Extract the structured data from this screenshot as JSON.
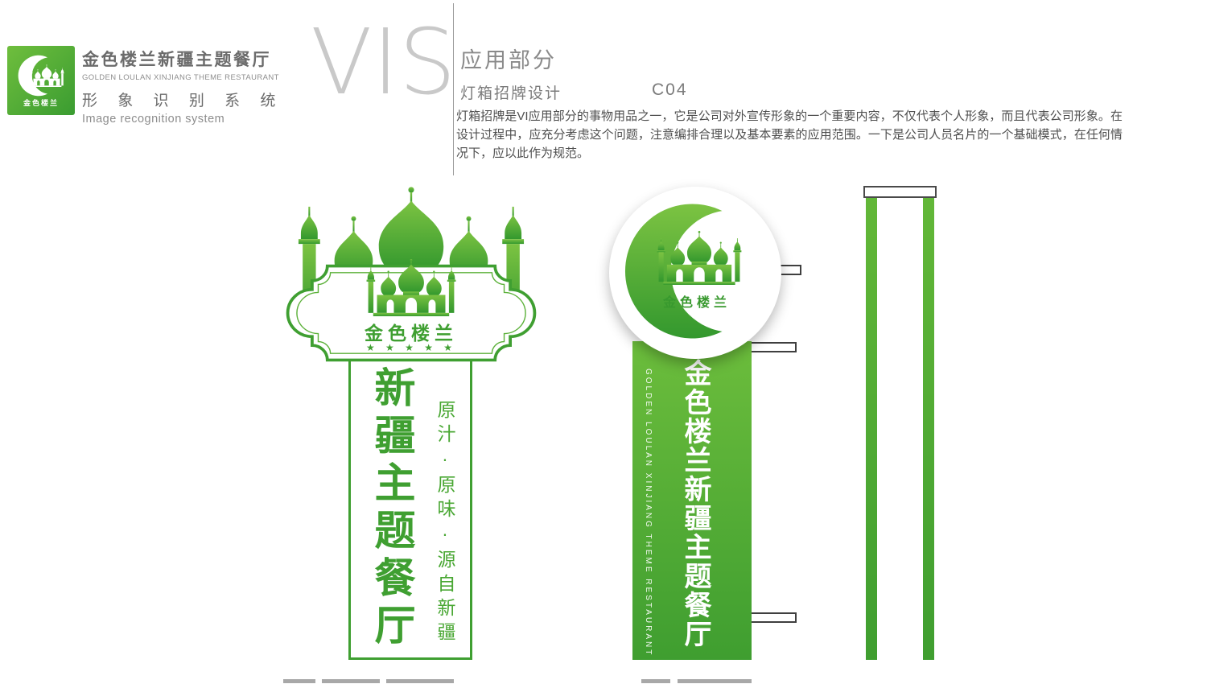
{
  "colors": {
    "green": "#3f9f31",
    "green_light": "#7cc342",
    "green_dark": "#33982e",
    "gray_text": "#6b6b6b"
  },
  "header": {
    "logo_text": "金色楼兰",
    "brand_cn": "金色楼兰新疆主题餐厅",
    "brand_en": "GOLDEN LOULAN XINJIANG THEME RESTAURANT",
    "system_cn": "形 象 识 别 系 统",
    "system_en": "Image recognition system",
    "vis_mark": "VIS"
  },
  "section": {
    "title": "应用部分",
    "subtitle": "灯箱招牌设计",
    "code": "C04",
    "description": "灯箱招牌是VI应用部分的事物用品之一，它是公司对外宣传形象的一个重要内容，不仅代表个人形象，而且代表公司形象。在设计过程中，应充分考虑这个问题，注意编排合理以及基本要素的应用范围。一下是公司人员名片的一个基础模式，在任何情况下，应以此作为规范。"
  },
  "left_sign": {
    "plaque_text": "金色楼兰",
    "stars": "★ ★ ★ ★ ★",
    "main_text": "新疆主题餐厅",
    "tagline": "原汁·原味·源自新疆"
  },
  "right_sign": {
    "circle_text": "金色楼兰",
    "banner_cn": "金色楼兰新疆主题餐厅",
    "banner_en": "GOLDEN LOULAN XINJIANG THEME RESTAURANT"
  },
  "icons": {
    "logo": "crescent-mosque-icon",
    "mosque": "mosque-icon",
    "crescent": "crescent-icon",
    "stars": "star-icons"
  }
}
